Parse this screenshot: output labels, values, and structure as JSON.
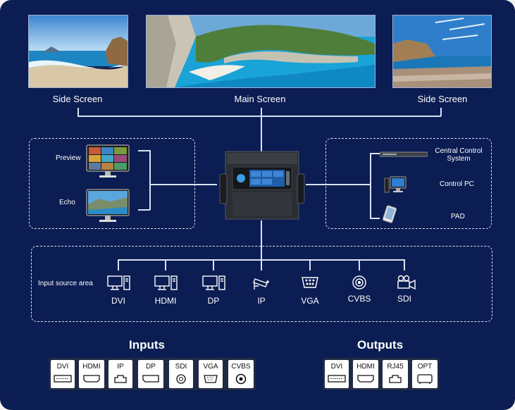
{
  "screens": {
    "side_left": "Side Screen",
    "main": "Main Screen",
    "side_right": "Side Screen"
  },
  "monitors": {
    "preview": "Preview",
    "echo": "Echo"
  },
  "controls": {
    "central": "Central Control System",
    "pc": "Control PC",
    "pad": "PAD"
  },
  "input_area": {
    "label": "Input source area",
    "sources": [
      "DVI",
      "HDMI",
      "DP",
      "IP",
      "VGA",
      "CVBS",
      "SDI"
    ]
  },
  "inputs": {
    "title": "Inputs",
    "ports": [
      "DVI",
      "HDMI",
      "IP",
      "DP",
      "SDI",
      "VGA",
      "CVBS"
    ]
  },
  "outputs": {
    "title": "Outputs",
    "ports": [
      "DVI",
      "HDMI",
      "RJ45",
      "OPT"
    ]
  },
  "colors": {
    "background": "#0b1d52",
    "lines": "#d9e2f5",
    "sea": "#1aa3d6"
  }
}
